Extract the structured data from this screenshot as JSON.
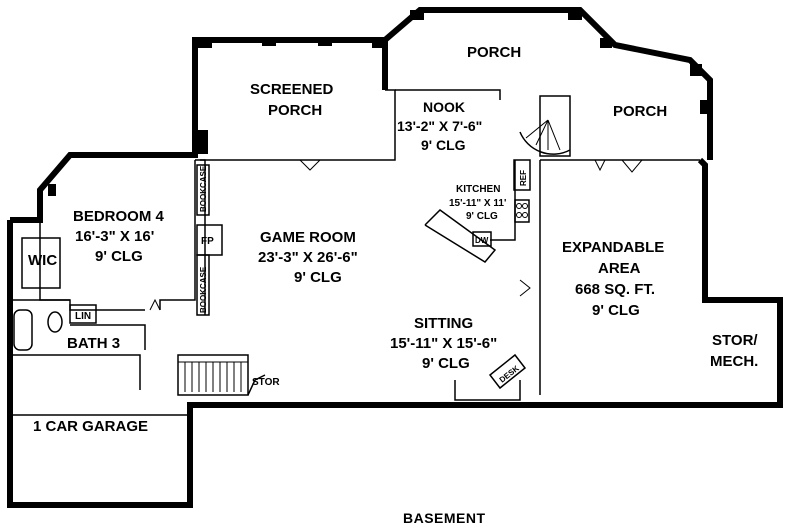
{
  "plan_title": "BASEMENT",
  "rooms": {
    "porch_top": "PORCH",
    "porch_right": "PORCH",
    "screened_porch": [
      "SCREENED",
      "PORCH"
    ],
    "nook": [
      "NOOK",
      "13'-2\" X 7'-6\"",
      "9' CLG"
    ],
    "kitchen": [
      "KITCHEN",
      "15'-11\" X 11'",
      "9' CLG"
    ],
    "bedroom4": [
      "BEDROOM 4",
      "16'-3\" X 16'",
      "9' CLG"
    ],
    "game_room": [
      "GAME ROOM",
      "23'-3\" X 26'-6\"",
      "9' CLG"
    ],
    "expandable_area": [
      "EXPANDABLE",
      "AREA",
      "668 SQ. FT.",
      "9' CLG"
    ],
    "sitting": [
      "SITTING",
      "15'-11\" X 15'-6\"",
      "9' CLG"
    ],
    "stor_mech": [
      "STOR/",
      "MECH."
    ],
    "bath3": "BATH 3",
    "wic": "WIC",
    "lin": "LIN",
    "garage": "1 CAR GARAGE"
  },
  "fixtures": {
    "bookcase": "BOOKCASE",
    "fireplace": "FP",
    "ref": "REF",
    "dw": "DW",
    "desk": "DESK",
    "stor": "STOR"
  }
}
